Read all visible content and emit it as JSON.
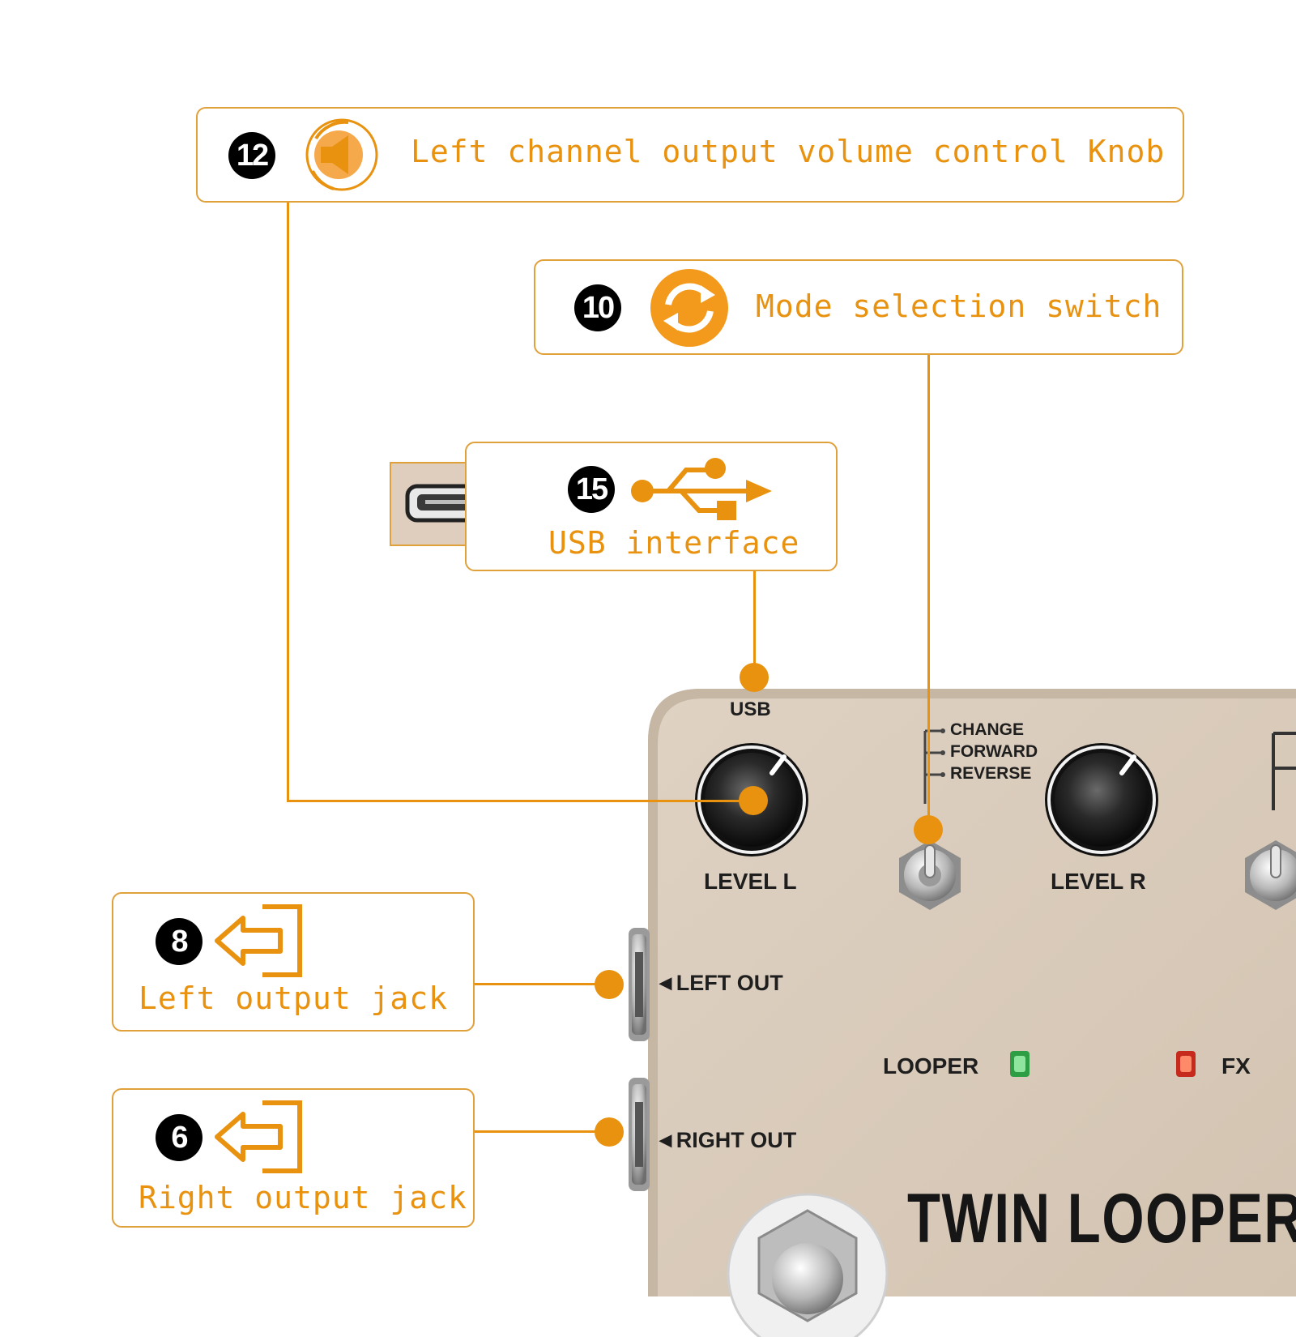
{
  "callouts": [
    {
      "num": "12",
      "label": "Left channel output volume control Knob",
      "icon": "speaker-volume-icon"
    },
    {
      "num": "10",
      "label": "Mode selection switch",
      "icon": "refresh-cycle-icon"
    },
    {
      "num": "15",
      "label": "USB interface",
      "icon": "usb-icon"
    },
    {
      "num": "8",
      "label": "Left output jack",
      "icon": "output-arrow-icon"
    },
    {
      "num": "6",
      "label": "Right output jack",
      "icon": "output-arrow-icon"
    }
  ],
  "pedal": {
    "usb": "USB",
    "level_l": "LEVEL L",
    "level_r": "LEVEL R",
    "modes": [
      "CHANGE",
      "FORWARD",
      "REVERSE"
    ],
    "left_out": "◄LEFT OUT",
    "right_out": "◄RIGHT OUT",
    "looper": "LOOPER",
    "fx": "FX",
    "title": "TWIN LOOPER"
  },
  "colors": {
    "accent": "#e8920f",
    "pedal_body": "#d8c9b8",
    "led_green": "#3cc35a",
    "led_red": "#e53b2c"
  }
}
